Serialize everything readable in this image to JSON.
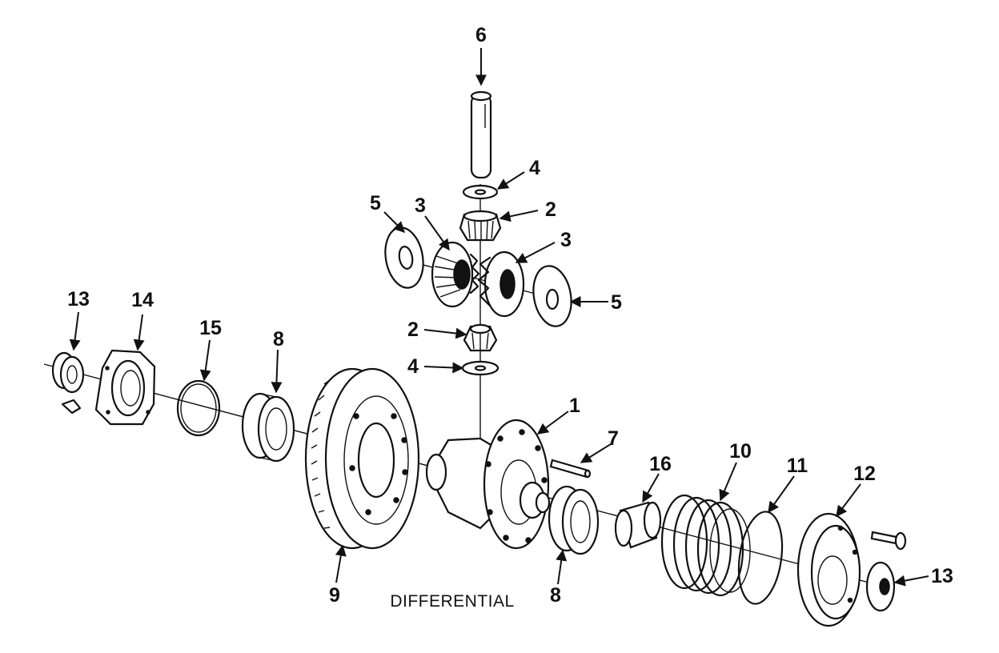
{
  "caption": "DIFFERENTIAL",
  "callouts": {
    "c1": "1",
    "c2_upper": "2",
    "c2_lower": "2",
    "c3_left": "3",
    "c3_right": "3",
    "c4_upper": "4",
    "c4_lower": "4",
    "c5_left": "5",
    "c5_right": "5",
    "c6": "6",
    "c7": "7",
    "c8_left": "8",
    "c8_right": "8",
    "c9": "9",
    "c10": "10",
    "c11": "11",
    "c12": "12",
    "c13_left": "13",
    "c13_right": "13",
    "c14": "14",
    "c15": "15",
    "c16": "16"
  }
}
